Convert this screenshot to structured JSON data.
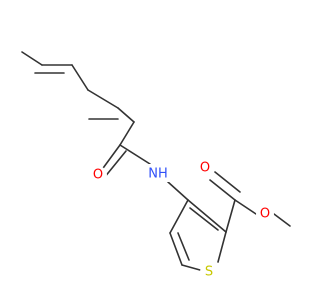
{
  "molecule": {
    "atoms": [
      {
        "id": "O_amide",
        "label": "O",
        "color": "#ff0000"
      },
      {
        "id": "N_amide",
        "label": "NH",
        "color": "#3050f8"
      },
      {
        "id": "O_carbonyl",
        "label": "O",
        "color": "#ff0000"
      },
      {
        "id": "O_ester",
        "label": "O",
        "color": "#ff0000"
      },
      {
        "id": "S_ring",
        "label": "S",
        "color": "#c8c800"
      }
    ],
    "bond_color": "#333333"
  }
}
